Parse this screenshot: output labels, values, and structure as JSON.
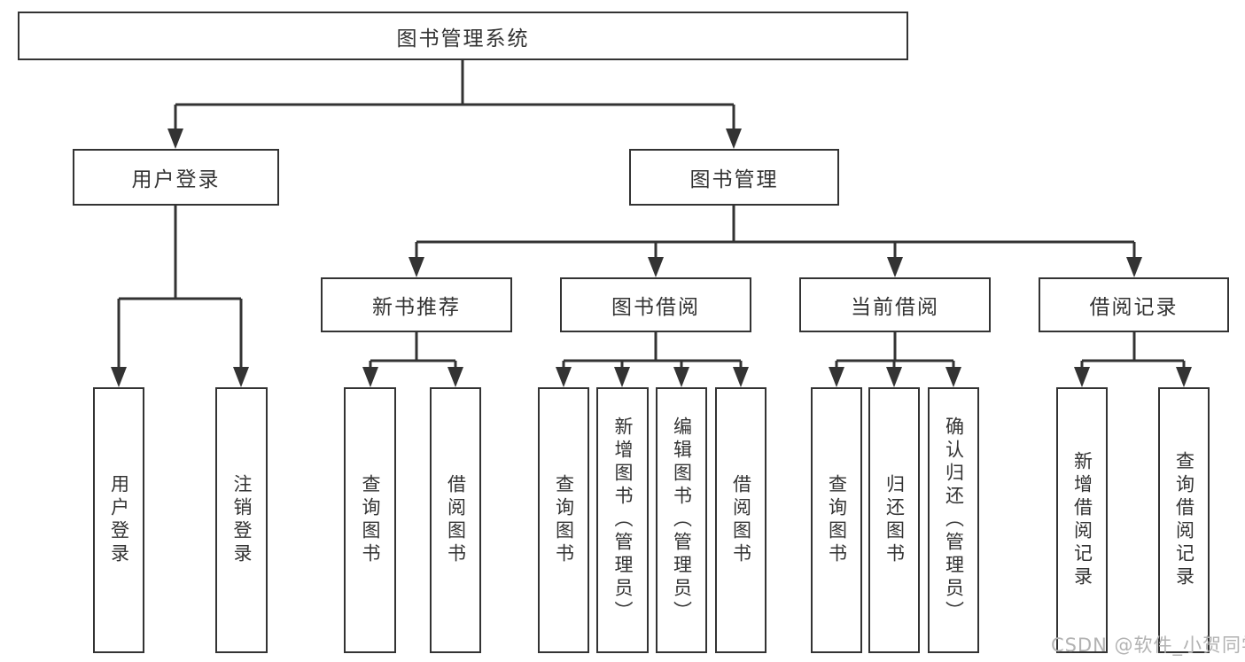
{
  "diagram_title": "图书管理系统",
  "colors": {
    "line": "#333333",
    "box_border": "#333333",
    "text": "#333333",
    "background": "#ffffff",
    "watermark": "#b2b2b2"
  },
  "tree": {
    "label": "图书管理系统",
    "children": [
      {
        "label": "用户登录",
        "children": [
          {
            "label": "用户登录"
          },
          {
            "label": "注销登录"
          }
        ]
      },
      {
        "label": "图书管理",
        "children": [
          {
            "label": "新书推荐",
            "children": [
              {
                "label": "查询图书"
              },
              {
                "label": "借阅图书"
              }
            ]
          },
          {
            "label": "图书借阅",
            "children": [
              {
                "label": "查询图书"
              },
              {
                "label": "新增图书（管理员）"
              },
              {
                "label": "编辑图书（管理员）"
              },
              {
                "label": "借阅图书"
              }
            ]
          },
          {
            "label": "当前借阅",
            "children": [
              {
                "label": "查询图书"
              },
              {
                "label": "归还图书"
              },
              {
                "label": "确认归还（管理员）"
              }
            ]
          },
          {
            "label": "借阅记录",
            "children": [
              {
                "label": "新增借阅记录"
              },
              {
                "label": "查询借阅记录"
              }
            ]
          }
        ]
      }
    ]
  },
  "watermark": {
    "text": "CSDN @软件_小贺同学"
  }
}
